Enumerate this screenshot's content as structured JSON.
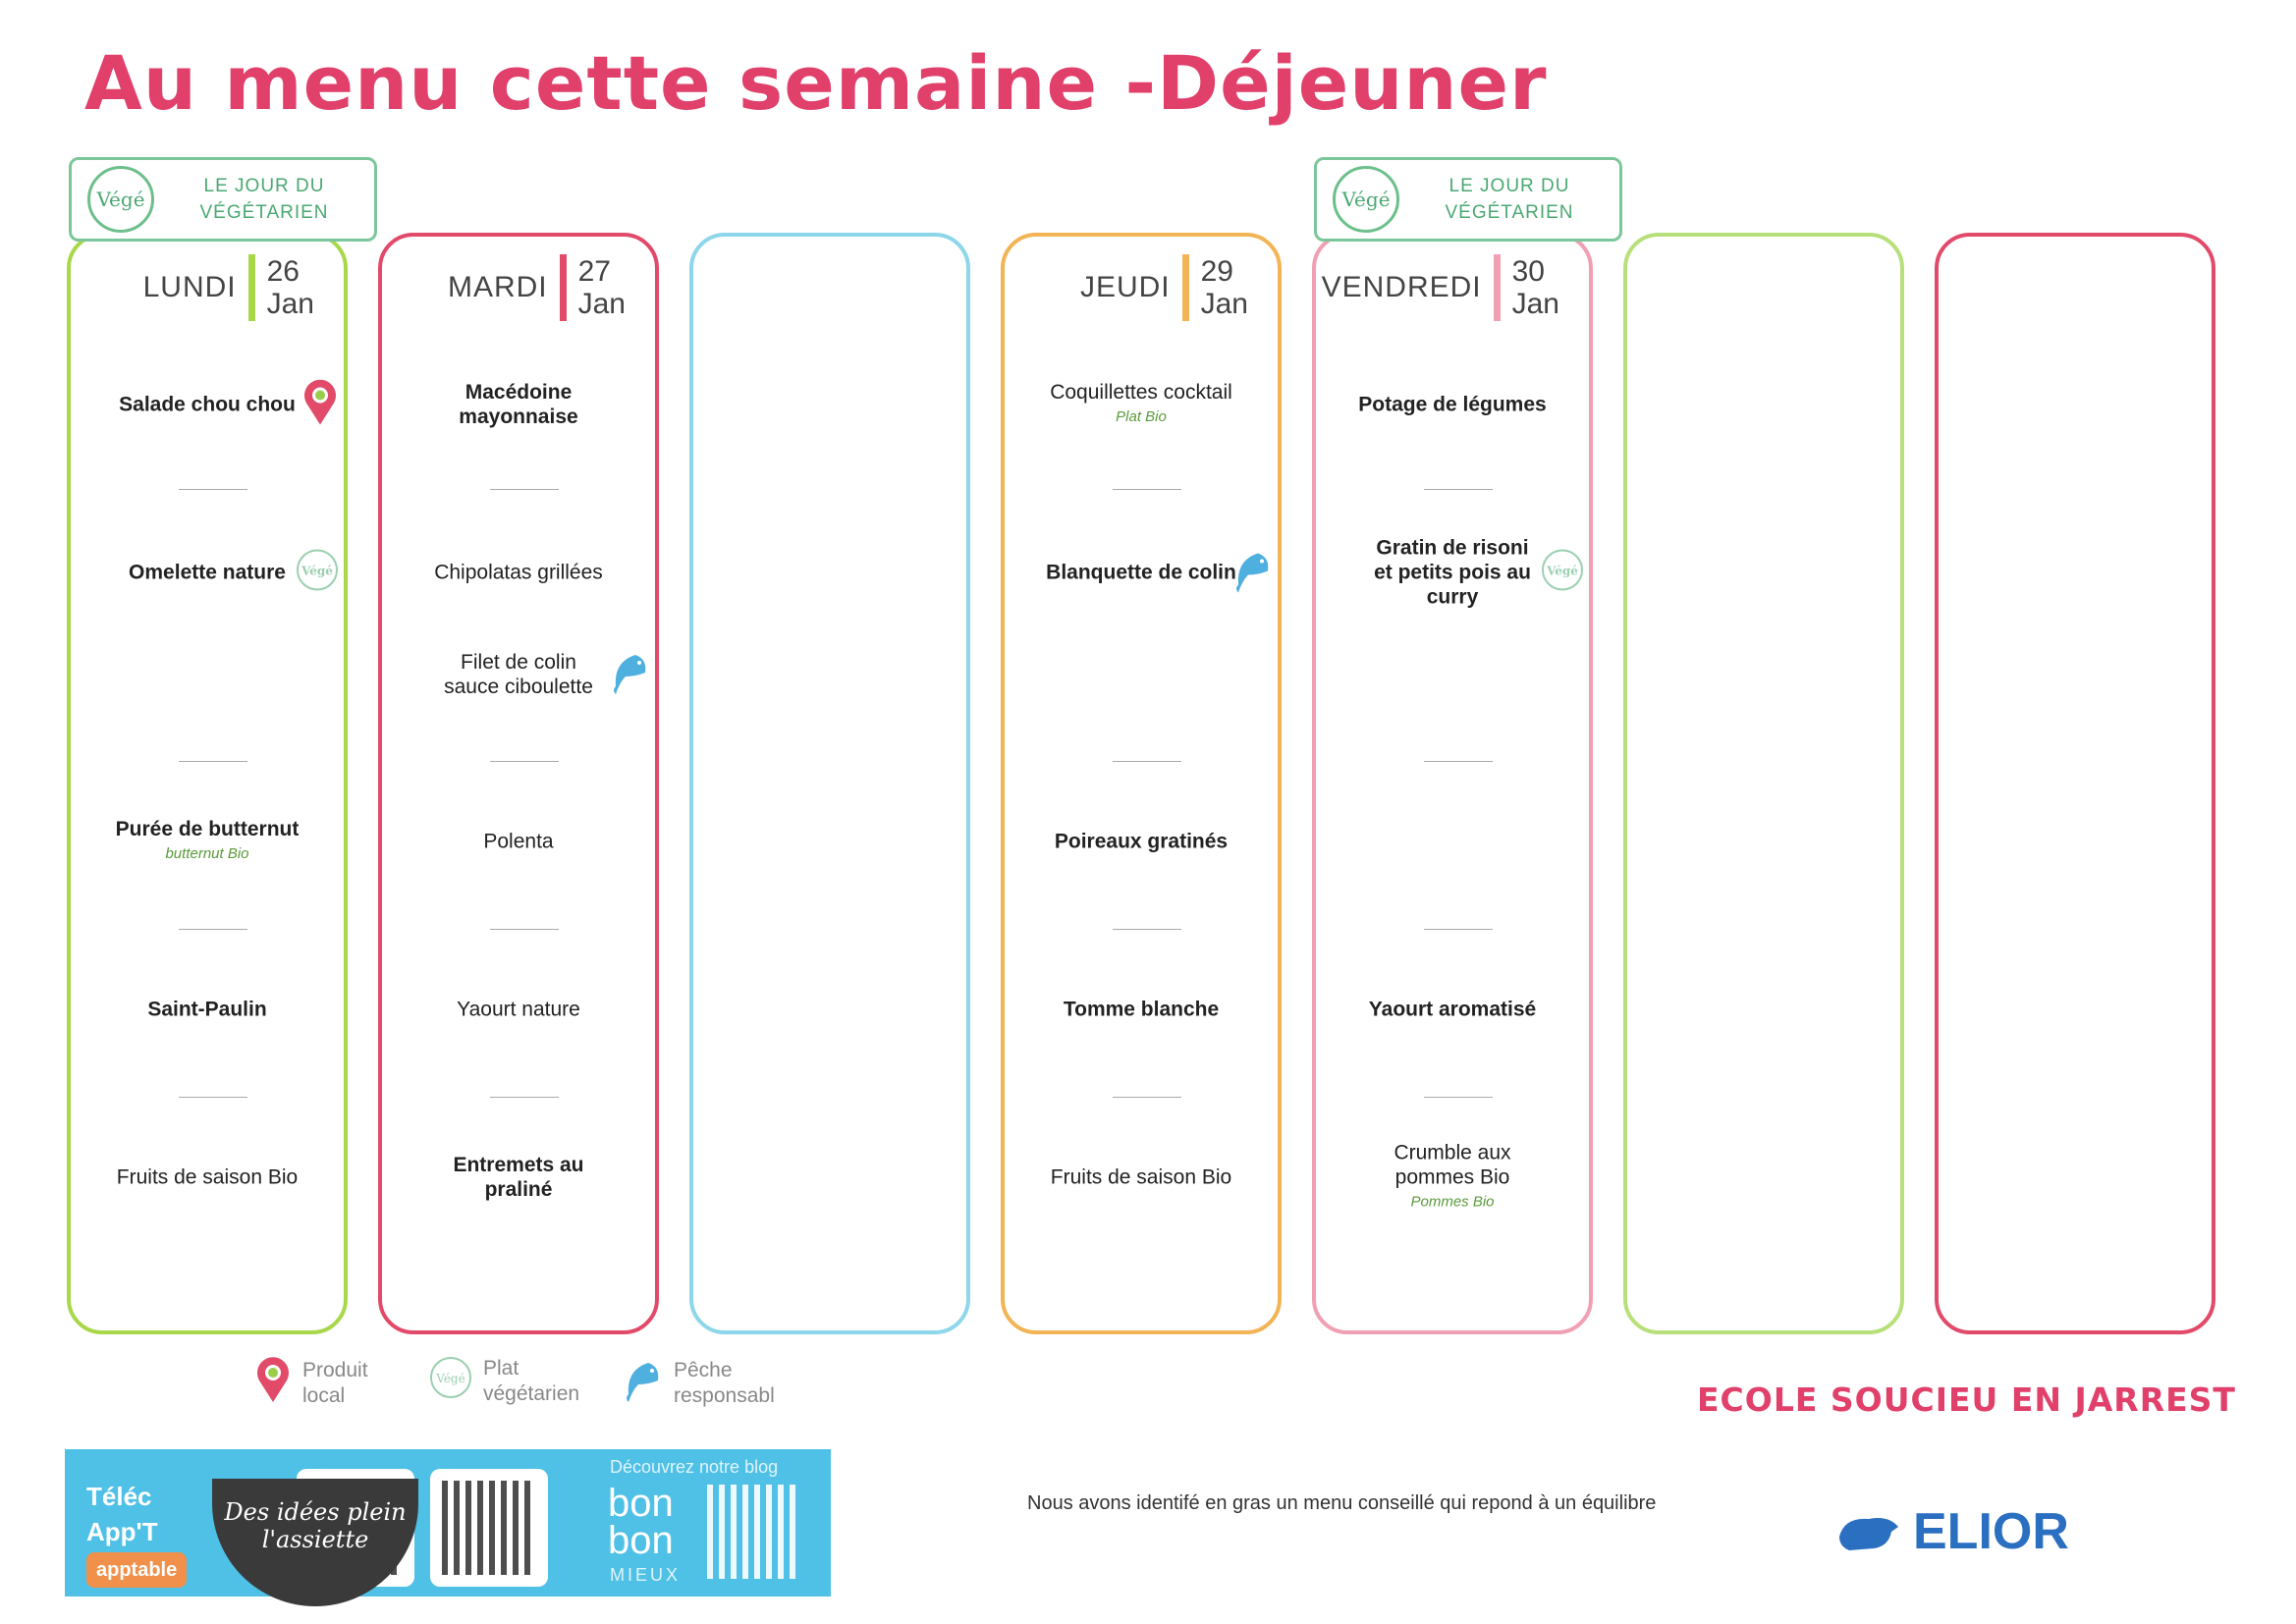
{
  "title": "Au menu cette semaine -Déjeuner",
  "veg_banner": {
    "badge": "Végé",
    "line1": "LE JOUR DU",
    "line2": "VÉGÉTARIEN"
  },
  "days": [
    {
      "name": "LUNDI",
      "day": "26",
      "month": "Jan",
      "color": "#a8d84a",
      "veg_day": true,
      "items": [
        {
          "slot": 0,
          "text": "Salade chou chou",
          "bold": true,
          "icon": "local"
        },
        {
          "slot": 1,
          "text": "Omelette nature",
          "bold": true,
          "icon": "vege"
        },
        {
          "slot": 3,
          "text": "Purée de butternut",
          "bold": true,
          "note": "butternut Bio"
        },
        {
          "slot": 4,
          "text": "Saint-Paulin",
          "bold": true
        },
        {
          "slot": 5,
          "text": "Fruits de saison Bio",
          "bold": false
        }
      ]
    },
    {
      "name": "MARDI",
      "day": "27",
      "month": "Jan",
      "color": "#e24a6a",
      "items": [
        {
          "slot": 0,
          "text": "Macédoine mayonnaise",
          "bold": true
        },
        {
          "slot": 1,
          "text": "Chipolatas grillées",
          "bold": false
        },
        {
          "slot": 2,
          "text": "Filet de colin\nsauce ciboulette",
          "bold": false,
          "icon": "fish"
        },
        {
          "slot": 3,
          "text": "Polenta",
          "bold": false
        },
        {
          "slot": 4,
          "text": "Yaourt nature",
          "bold": false
        },
        {
          "slot": 5,
          "text": "Entremets au praliné",
          "bold": true
        }
      ]
    },
    {
      "name": "",
      "color": "#8ed6ea",
      "items": []
    },
    {
      "name": "JEUDI",
      "day": "29",
      "month": "Jan",
      "color": "#f2b455",
      "items": [
        {
          "slot": 0,
          "text": "Coquillettes cocktail",
          "bold": false,
          "note": "Plat Bio"
        },
        {
          "slot": 1,
          "text": "Blanquette de colin",
          "bold": true,
          "icon": "fish"
        },
        {
          "slot": 3,
          "text": "Poireaux gratinés",
          "bold": true
        },
        {
          "slot": 4,
          "text": "Tomme blanche",
          "bold": true
        },
        {
          "slot": 5,
          "text": "Fruits de saison Bio",
          "bold": false
        }
      ]
    },
    {
      "name": "VENDREDI",
      "day": "30",
      "month": "Jan",
      "color": "#f1a0b4",
      "veg_day": true,
      "items": [
        {
          "slot": 0,
          "text": "Potage de légumes",
          "bold": true
        },
        {
          "slot": 1,
          "text": "Gratin de risoni\net petits pois au curry",
          "bold": true,
          "icon": "vege"
        },
        {
          "slot": 4,
          "text": "Yaourt aromatisé",
          "bold": true
        },
        {
          "slot": 5,
          "text": "Crumble aux pommes Bio",
          "bold": false,
          "note": "Pommes Bio"
        }
      ]
    },
    {
      "name": "",
      "color": "#b8e07a",
      "items": []
    },
    {
      "name": "",
      "color": "#e24a6a",
      "items": []
    }
  ],
  "legend": [
    {
      "icon": "local",
      "l1": "Produit",
      "l2": "local"
    },
    {
      "icon": "vege",
      "l1": "Plat",
      "l2": "végétarien"
    },
    {
      "icon": "fish",
      "l1": "Pêche",
      "l2": "responsabl"
    }
  ],
  "banner": {
    "tele": "Téléc",
    "app": "App'T",
    "apptable": "apptable",
    "bowl": "Des idées plein l'assiette",
    "blog": "Découvrez notre blog",
    "bonbon": "bon bon",
    "mieux": "MIEUX"
  },
  "school": "ECOLE SOUCIEU EN JARREST",
  "footer_note": "Nous avons identifé en gras un menu conseillé qui repond à un équilibre",
  "brand": "ELIOR"
}
